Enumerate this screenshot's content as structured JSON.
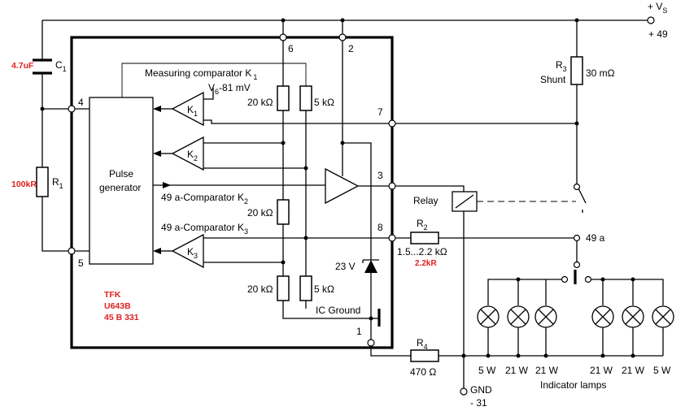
{
  "supply": {
    "vs": "+ V",
    "vs_sub": "S",
    "vs_terminal": "+ 49"
  },
  "ground": {
    "label": "GND",
    "terminal": "- 31"
  },
  "ic": {
    "red_label": [
      "TFK",
      "U643B",
      "45 B 331"
    ],
    "ic_ground": "IC Ground",
    "pulse_generator": [
      "Pulse",
      "generator"
    ],
    "measuring_comparator": "Measuring comparator K",
    "measuring_comparator_sub": "1",
    "vref": "V",
    "vref_sub": "6",
    "vref_val": "-81 mV",
    "comp_49a_k2": "49 a-Comparator K",
    "comp_49a_k2_sub": "2",
    "comp_49a_k3": "49 a-Comparator K",
    "comp_49a_k3_sub": "3",
    "k1": "K",
    "k1_sub": "1",
    "k2": "K",
    "k2_sub": "2",
    "k3": "K",
    "k3_sub": "3",
    "r_20k_a": "20 kΩ",
    "r_5k_a": "5 kΩ",
    "r_20k_b": "20 kΩ",
    "r_20k_c": "20 kΩ",
    "r_5k_c": "5 kΩ",
    "zener": "23 V"
  },
  "pins": [
    "6",
    "2",
    "4",
    "7",
    "3",
    "8",
    "5",
    "1"
  ],
  "components": {
    "c1": "C",
    "c1_sub": "1",
    "c1_value": "4.7uF",
    "r1": "R",
    "r1_sub": "1",
    "r1_value": "100kR",
    "r2": "R",
    "r2_sub": "2",
    "r2_range": "1.5...2.2 kΩ",
    "r2_value": "2.2kR",
    "r3": "R",
    "r3_sub": "3",
    "r3_shunt": "Shunt",
    "r3_value": "30 mΩ",
    "r4": "R",
    "r4_sub": "4",
    "r4_value": "470 Ω",
    "relay": "Relay",
    "terminal_49a": "49 a"
  },
  "lamps": {
    "title": "Indicator lamps",
    "ratings": [
      "5 W",
      "21 W",
      "21 W",
      "21 W",
      "21 W",
      "5 W"
    ]
  },
  "colors": {
    "annotation_red": "#e02020",
    "line": "#000000"
  }
}
